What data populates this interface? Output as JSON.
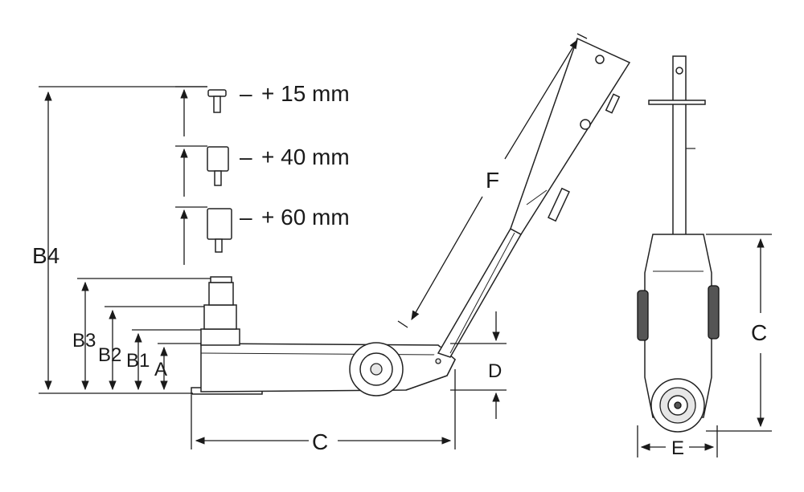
{
  "labels": {
    "B4": "B4",
    "B3": "B3",
    "B2": "B2",
    "B1": "B1",
    "A": "A",
    "D": "D",
    "C_side": "C",
    "C_front": "C",
    "E": "E",
    "F": "F"
  },
  "extensions": [
    {
      "label": "+ 15 mm"
    },
    {
      "label": "+ 40 mm"
    },
    {
      "label": "+ 60 mm"
    }
  ],
  "extension_dash": "–",
  "colors": {
    "line": "#1a1a1a",
    "fill": "#ffffff",
    "shade": "#e6e6e6",
    "dark": "#555555"
  }
}
